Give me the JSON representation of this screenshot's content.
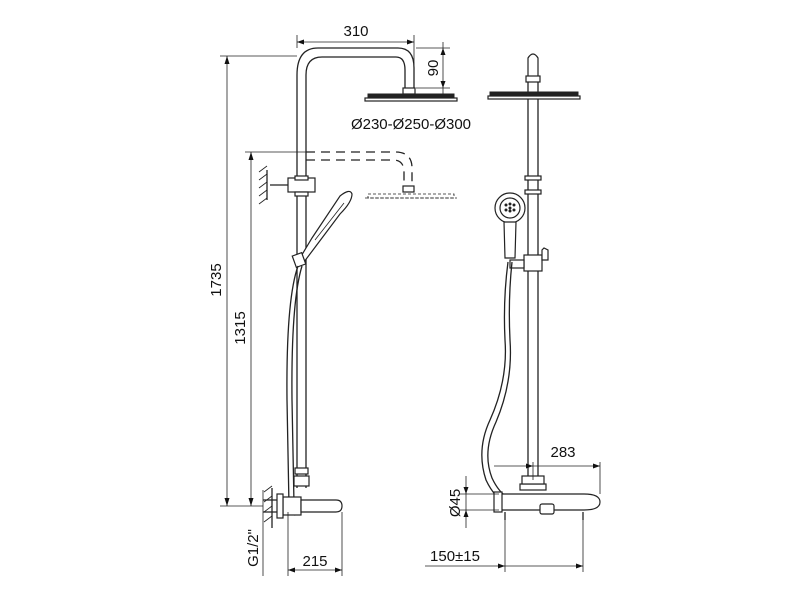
{
  "dimensions": {
    "arm_length": "310",
    "head_drop": "90",
    "head_diameters": "Ø230-Ø250-Ø300",
    "total_height": "1735",
    "mixer_height": "1315",
    "inlet_thread": "G1/2\"",
    "spout_projection": "215",
    "top_width": "283",
    "mixer_body_diameter": "Ø45",
    "inlet_centers": "150±15"
  },
  "colors": {
    "line": "#222222",
    "background": "#ffffff"
  }
}
